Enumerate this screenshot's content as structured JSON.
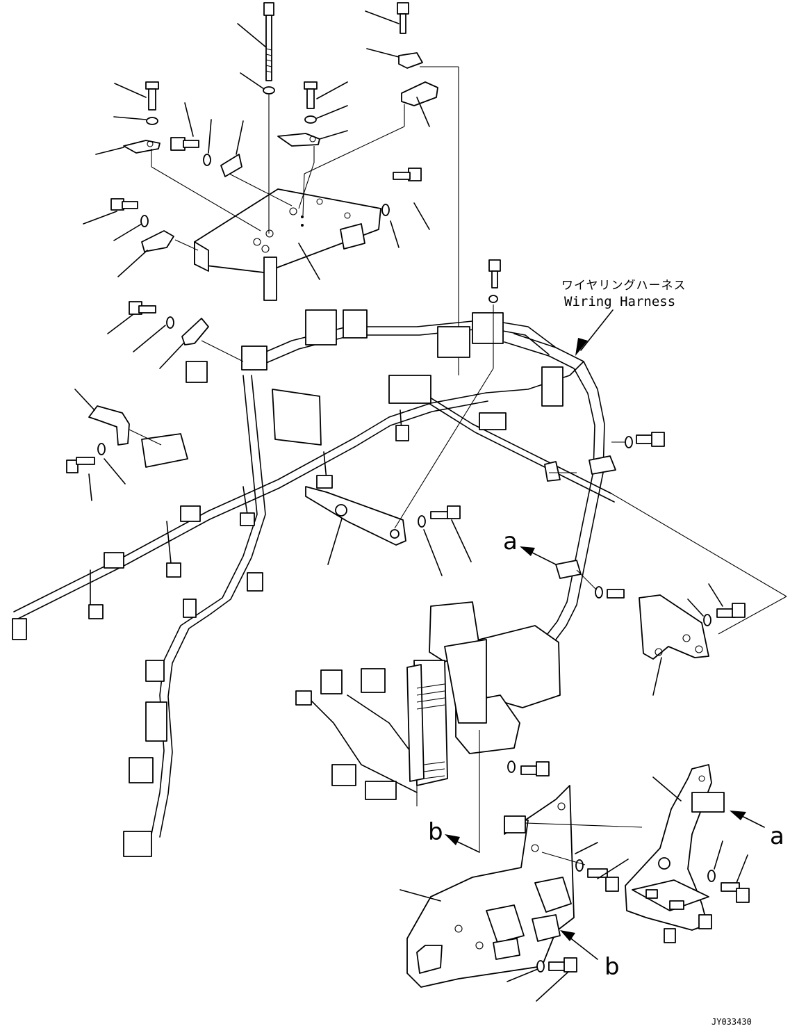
{
  "labels": {
    "harness_jp": "ワイヤリングハーネス",
    "harness_en": "Wiring Harness",
    "ref_a": "a",
    "ref_b": "b",
    "drawing_code": "JY033430"
  }
}
